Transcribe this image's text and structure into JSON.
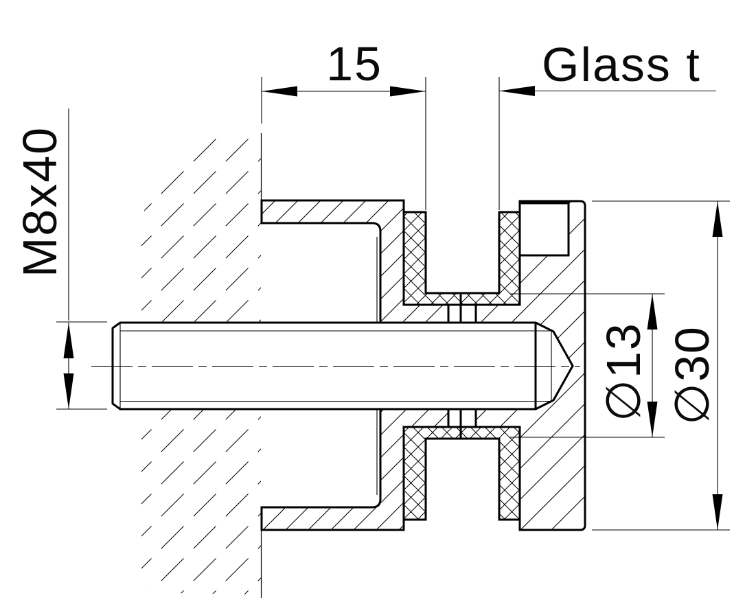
{
  "drawing": {
    "dimension_labels": {
      "base_thickness": "15",
      "glass_thickness": "Glass t",
      "stud_thread": "M8x40",
      "hole_diameter": "∅13",
      "body_diameter": "∅30"
    },
    "colors": {
      "line": "#000000",
      "background": "#ffffff"
    }
  }
}
